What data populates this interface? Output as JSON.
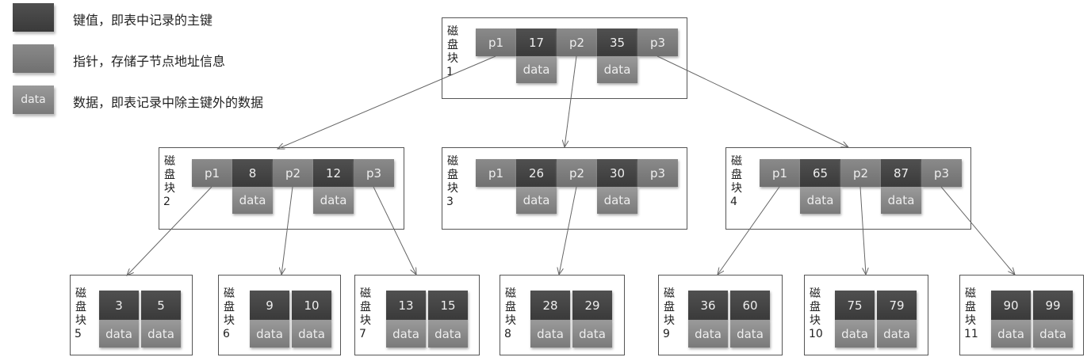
{
  "legend": [
    {
      "swatch": "",
      "text": "键值，即表中记录的主键",
      "kind": "key"
    },
    {
      "swatch": "",
      "text": "指针，存储子节点地址信息",
      "kind": "ptr"
    },
    {
      "swatch": "data",
      "text": "数据，即表记录中除主键外的数据",
      "kind": "dat"
    }
  ],
  "colors": {
    "key": "#454545",
    "pointer": "#7d7d7d",
    "data": "#8a8a8a",
    "edge": "#666666"
  },
  "data_label": "data",
  "block_label_chars": [
    "磁",
    "盘",
    "块"
  ],
  "nodes": [
    {
      "id": "1",
      "keys": [
        "17",
        "35"
      ],
      "pointers": [
        "p1",
        "p2",
        "p3"
      ]
    },
    {
      "id": "2",
      "keys": [
        "8",
        "12"
      ],
      "pointers": [
        "p1",
        "p2",
        "p3"
      ]
    },
    {
      "id": "3",
      "keys": [
        "26",
        "30"
      ],
      "pointers": [
        "p1",
        "p2",
        "p3"
      ]
    },
    {
      "id": "4",
      "keys": [
        "65",
        "87"
      ],
      "pointers": [
        "p1",
        "p2",
        "p3"
      ]
    },
    {
      "id": "5",
      "keys": [
        "3",
        "5"
      ],
      "pointers": []
    },
    {
      "id": "6",
      "keys": [
        "9",
        "10"
      ],
      "pointers": []
    },
    {
      "id": "7",
      "keys": [
        "13",
        "15"
      ],
      "pointers": []
    },
    {
      "id": "8",
      "keys": [
        "28",
        "29"
      ],
      "pointers": []
    },
    {
      "id": "9",
      "keys": [
        "36",
        "60"
      ],
      "pointers": []
    },
    {
      "id": "10",
      "keys": [
        "75",
        "79"
      ],
      "pointers": []
    },
    {
      "id": "11",
      "keys": [
        "90",
        "99"
      ],
      "pointers": []
    }
  ],
  "edges": [
    [
      "1",
      0,
      "2"
    ],
    [
      "1",
      1,
      "3"
    ],
    [
      "1",
      2,
      "4"
    ],
    [
      "2",
      0,
      "5"
    ],
    [
      "2",
      1,
      "6"
    ],
    [
      "2",
      2,
      "7"
    ],
    [
      "3",
      1,
      "8"
    ],
    [
      "4",
      0,
      "9"
    ],
    [
      "4",
      1,
      "10"
    ],
    [
      "4",
      2,
      "11"
    ]
  ]
}
